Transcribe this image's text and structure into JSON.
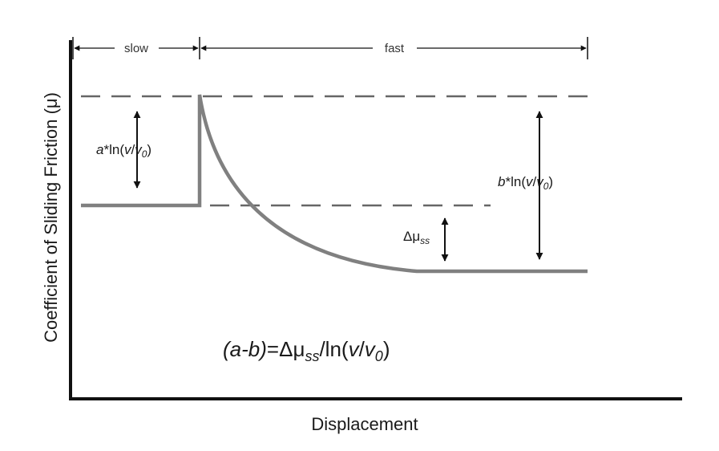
{
  "colors": {
    "axis": "#111111",
    "curve": "#808080",
    "dashed": "#666666",
    "arrow": "#111111",
    "text": "#1a1a1a"
  },
  "axes": {
    "x_label": "Displacement",
    "y_label": "Coefficient of Sliding Friction (μ)"
  },
  "phases": {
    "slow": "slow",
    "fast": "fast"
  },
  "annotations": {
    "a_term": {
      "coef": "a",
      "fn": "*ln(",
      "v": "v",
      "slash": "/",
      "v0": "v",
      "sub": "0",
      "close": ")"
    },
    "b_term": {
      "coef": "b",
      "fn": "*ln(",
      "v": "v",
      "slash": "/",
      "v0": "v",
      "sub": "0",
      "close": ")"
    },
    "delta_mu": {
      "sym": "Δμ",
      "sub": "ss"
    }
  },
  "equation": {
    "lhs": "(a-b)",
    "eq": "=Δμ",
    "sub_ss": "ss",
    "rhs_fn": "/ln(",
    "v": "v",
    "slash": "/",
    "v0": "v",
    "sub_0": "0",
    "close": ")"
  }
}
